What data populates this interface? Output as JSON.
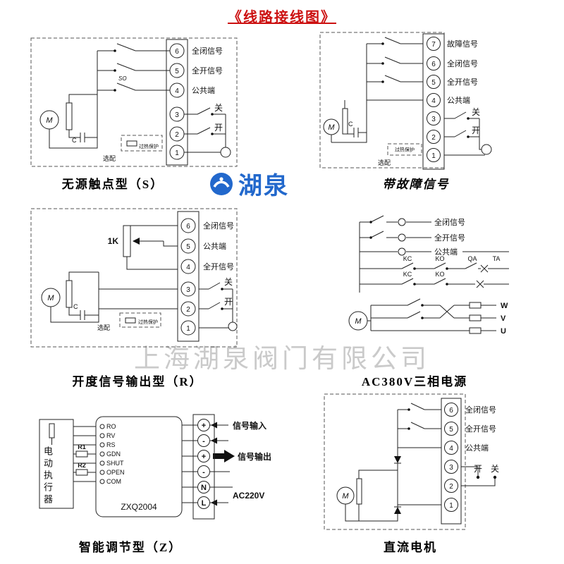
{
  "title": "《线路接线图》",
  "watermark": "上海湖泉阀门有限公司",
  "logo": {
    "text": "湖泉"
  },
  "colors": {
    "title_red": "#cc1111",
    "logo_blue": "#2268cc",
    "watermark_gray": "#a0a0a0"
  },
  "panel_s": {
    "caption": "无源触点型（S）",
    "terminals": [
      "6",
      "5",
      "4",
      "3",
      "2",
      "1"
    ],
    "labels": {
      "full_closed": "全闭信号",
      "full_open": "全开信号",
      "common": "公共端",
      "close": "关",
      "open": "开"
    },
    "motor": "M",
    "capacitor": "C",
    "switch_id": "SO",
    "optional": "选配",
    "overheat": "过热保护"
  },
  "panel_fault": {
    "caption": "带故障信号",
    "terminals": [
      "7",
      "6",
      "5",
      "4",
      "3",
      "2",
      "1"
    ],
    "labels": {
      "fault": "故障信号",
      "full_closed": "全闭信号",
      "full_open": "全开信号",
      "common": "公共端",
      "close": "关",
      "open": "开"
    },
    "motor": "M",
    "capacitor": "C",
    "optional": "选配",
    "overheat": "过热保护"
  },
  "panel_r": {
    "caption": "开度信号输出型（R）",
    "terminals": [
      "6",
      "5",
      "4",
      "3",
      "2",
      "1"
    ],
    "labels": {
      "full_closed": "全闭信号",
      "common": "公共端",
      "full_open": "全开信号",
      "close": "关",
      "open": "开"
    },
    "potentiometer": "1K",
    "motor": "M",
    "capacitor": "C",
    "optional": "选配",
    "overheat": "过热保护"
  },
  "panel_ac380": {
    "caption": "AC380V三相电源",
    "labels": {
      "full_closed": "全闭信号",
      "full_open": "全开信号",
      "common": "公共端"
    },
    "contacts_row1": [
      "KC",
      "KO",
      "QA",
      "TA"
    ],
    "contacts_row2": [
      "KC",
      "KO"
    ],
    "phases": [
      "W",
      "V",
      "U"
    ],
    "motor": "M"
  },
  "panel_z": {
    "caption": "智能调节型（Z）",
    "actuator": "电动执行器",
    "module": "ZXQ2004",
    "pins": [
      "RO",
      "RV",
      "RS",
      "GDN",
      "SHUT",
      "OPEN",
      "COM"
    ],
    "resistors": [
      "R1",
      "R2"
    ],
    "terminals": [
      "+",
      "-",
      "+",
      "-",
      "N",
      "L"
    ],
    "labels": {
      "signal_in": "信号输入",
      "signal_out": "信号输出",
      "power": "AC220V"
    }
  },
  "panel_dc": {
    "caption": "直流电机",
    "terminals": [
      "6",
      "5",
      "4",
      "3",
      "2",
      "1"
    ],
    "labels": {
      "full_closed": "全闭信号",
      "full_open": "全开信号",
      "common": "公共端",
      "open": "开",
      "close": "关"
    },
    "motor": "M"
  }
}
